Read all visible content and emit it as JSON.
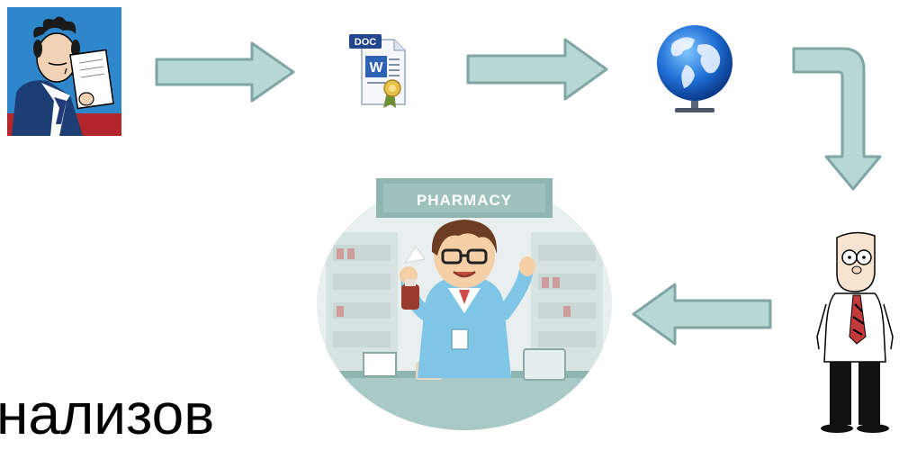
{
  "diagram": {
    "nodes": {
      "doctor": {
        "icon": "doctor-reading-prescription-icon"
      },
      "document": {
        "icon": "word-document-certificate-icon",
        "badge_text": "DOC",
        "inner_text": "W"
      },
      "network": {
        "icon": "globe-icon"
      },
      "pharmacy": {
        "icon": "pharmacist-icon",
        "sign_text": "PHARMACY"
      },
      "patient": {
        "icon": "patient-icon"
      }
    },
    "flow": [
      "doctor",
      "document",
      "network",
      "patient",
      "pharmacy"
    ],
    "arrow_color": "#b7d7d5",
    "arrow_outline": "#7fa6a3"
  },
  "caption": {
    "text": "нализов"
  }
}
